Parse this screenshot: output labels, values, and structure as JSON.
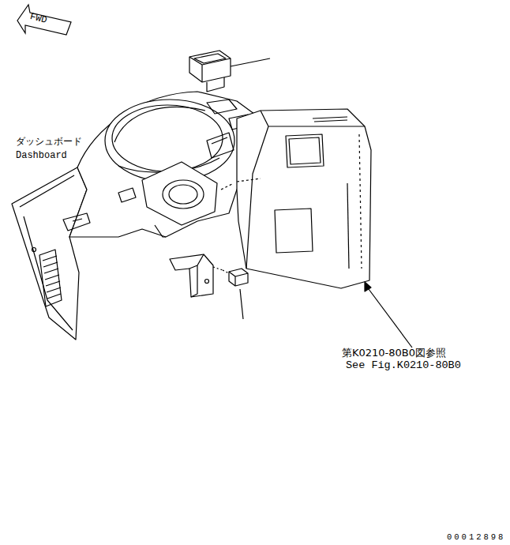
{
  "diagram": {
    "nodes": [
      {
        "text": [
          "FWD"
        ]
      }
    ],
    "labels": [
      "ダッシュボード",
      "Dashboard",
      "第K0210-80B0図参照",
      "See Fig.K0210-80B0",
      "00012898"
    ]
  }
}
